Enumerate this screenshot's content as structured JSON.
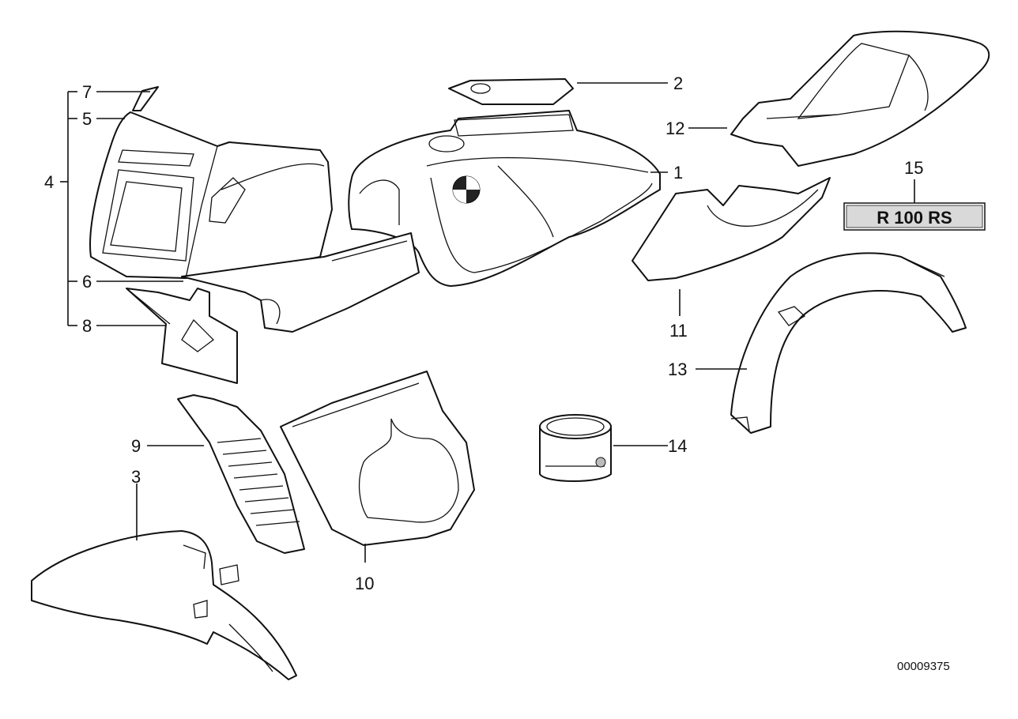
{
  "callouts": {
    "c1": "1",
    "c2": "2",
    "c3": "3",
    "c4": "4",
    "c5": "5",
    "c6": "6",
    "c7": "7",
    "c8": "8",
    "c9": "9",
    "c10": "10",
    "c11": "11",
    "c12": "12",
    "c13": "13",
    "c14": "14",
    "c15": "15"
  },
  "badge": {
    "text": "R 100 RS"
  },
  "document_number": "00009375"
}
